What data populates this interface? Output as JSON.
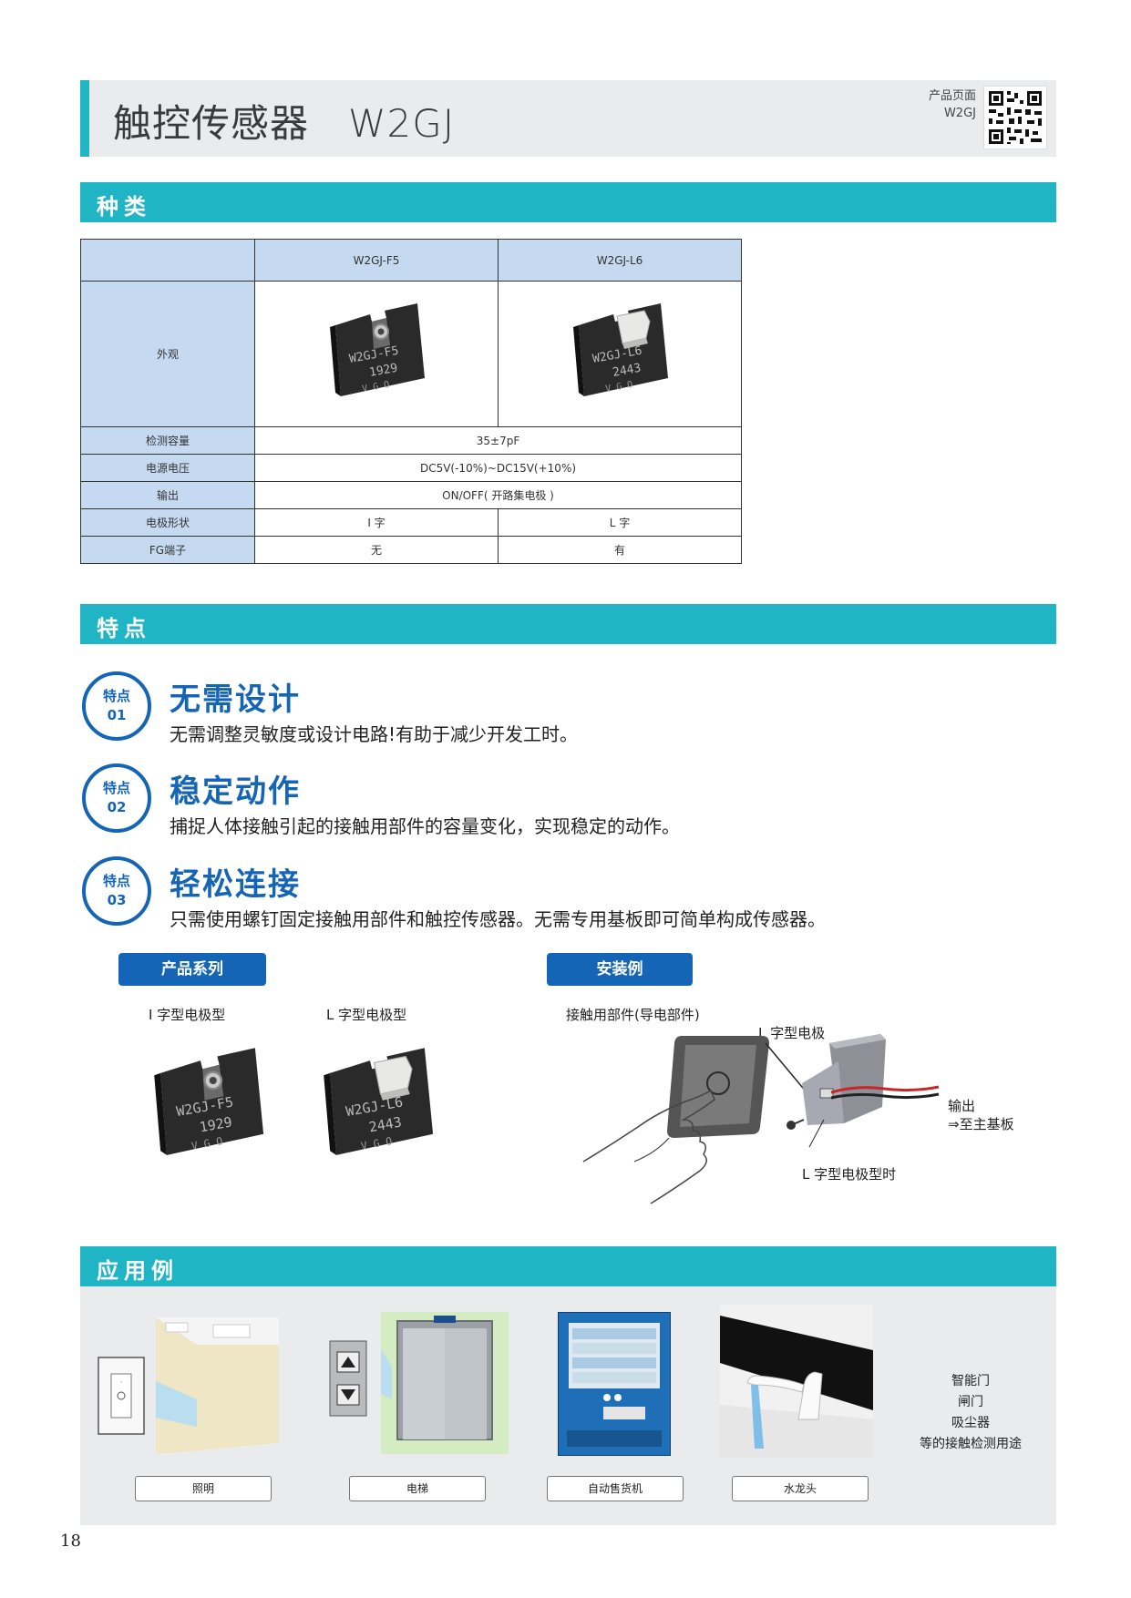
{
  "header": {
    "title": "触控传感器　W2GJ",
    "product_page_label": "产品页面",
    "product_page_model": "W2GJ"
  },
  "sections": {
    "types": "种类",
    "features": "特点",
    "applications": "应用例"
  },
  "table": {
    "col_headers": [
      "W2GJ-F5",
      "W2GJ-L6"
    ],
    "rows": [
      {
        "label": "外观"
      },
      {
        "label": "检测容量",
        "value": "35±7pF"
      },
      {
        "label": "电源电压",
        "value": "DC5V(-10%)~DC15V(+10%)"
      },
      {
        "label": "输出",
        "value": "ON/OFF( 开路集电极 )"
      },
      {
        "label": "电极形状",
        "values": [
          "I 字",
          "L 字"
        ]
      },
      {
        "label": "FG端子",
        "values": [
          "无",
          "有"
        ]
      }
    ],
    "chip_labels": [
      {
        "line1": "W2GJ-F5",
        "line2": "1929"
      },
      {
        "line1": "W2GJ-L6",
        "line2": "2443"
      }
    ],
    "chip_bottom": "V  G  O"
  },
  "features": [
    {
      "badge_a": "特点",
      "badge_b": "01",
      "title": "无需设计",
      "desc": "无需调整灵敏度或设计电路!有助于减少开发工时。"
    },
    {
      "badge_a": "特点",
      "badge_b": "02",
      "title": "稳定动作",
      "desc": "捕捉人体接触引起的接触用部件的容量变化，实现稳定的动作。"
    },
    {
      "badge_a": "特点",
      "badge_b": "03",
      "title": "轻松连接",
      "desc": "只需使用螺钉固定接触用部件和触控传感器。无需专用基板即可简单构成传感器。"
    }
  ],
  "series": {
    "pill": "产品系列",
    "i_type": "I 字型电极型",
    "l_type": "L 字型电极型"
  },
  "install": {
    "pill": "安装例",
    "contact_part": "接触用部件(导电部件)",
    "l_electrode": "L 字型电极",
    "output_a": "输出",
    "output_b": "⇒至主基板",
    "l_type_case": "L 字型电极型时"
  },
  "applications": {
    "labels": [
      "照明",
      "电梯",
      "自动售货机",
      "水龙头"
    ],
    "others": [
      "智能门",
      "闸门",
      "吸尘器",
      "等的接触检测用途"
    ]
  },
  "colors": {
    "teal": "#1fb5c4",
    "blue": "#1565b6",
    "table_header": "#c5daf1",
    "gray_bg": "#e9ebed"
  },
  "page_number": "18"
}
